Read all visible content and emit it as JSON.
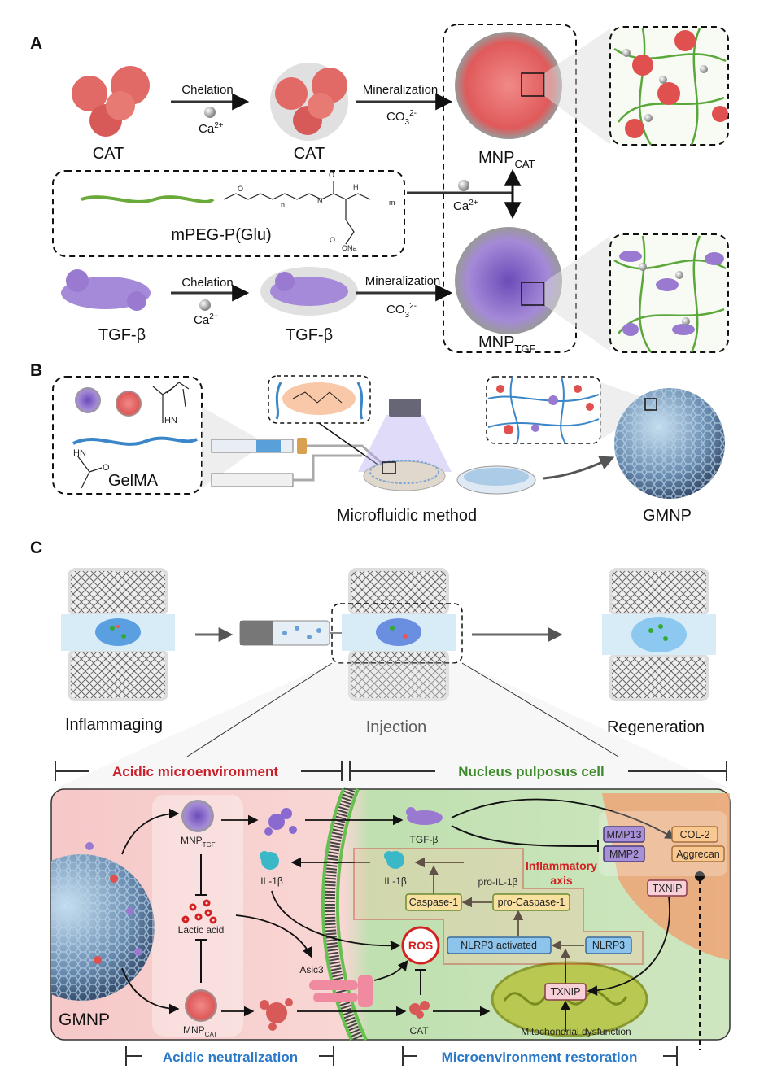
{
  "panels": {
    "a": "A",
    "b": "B",
    "c": "C"
  },
  "panel_a": {
    "cat_label": "CAT",
    "cat_chelated_label": "CAT",
    "tgf_label": "TGF-β",
    "tgf_chelated_label": "TGF-β",
    "chelation": "Chelation",
    "mineralization": "Mineralization",
    "ca_ion": "Ca",
    "ca_charge": "2+",
    "co3": "CO",
    "co3_sub": "3",
    "co3_charge": "2-",
    "polymer_label": "mPEG-P(Glu)",
    "mnp_main": "MNP",
    "mnp_cat_sub": "CAT",
    "mnp_tgf_sub": "TGF",
    "chem": {
      "n": "n",
      "m": "m",
      "nh": "N",
      "h": "H",
      "o": "O",
      "ona": "ONa"
    }
  },
  "panel_b": {
    "gelma_label": "GelMA",
    "hn": "HN",
    "o": "O",
    "method_label": "Microfluidic method",
    "gmnp_label": "GMNP"
  },
  "panel_c": {
    "stage_1": "Inflammaging",
    "stage_2": "Injection",
    "stage_3": "Regeneration",
    "header_left": "Acidic microenvironment",
    "header_right": "Nucleus pulposus cell",
    "footer_left": "Acidic neutralization",
    "footer_right": "Microenvironment restoration",
    "gmnp": "GMNP",
    "mnp": "MNP",
    "tgf_sub": "TGF",
    "cat_sub": "CAT",
    "lactic_acid": "Lactic acid",
    "il1b_out": "IL-1β",
    "il1b_in": "IL-1β",
    "asic3": "Asic3",
    "tgf_beta": "TGF-β",
    "cat": "CAT",
    "ros": "ROS",
    "pro_il1b": "pro-IL-1β",
    "inflammatory_axis_1": "Inflammatory",
    "inflammatory_axis_2": "axis",
    "caspase1": "Caspase-1",
    "pro_caspase1": "pro-Caspase-1",
    "nlrp3_activated": "NLRP3 activated",
    "nlrp3": "NLRP3",
    "txnip_mito": "TXNIP",
    "txnip_cell": "TXNIP",
    "mito_dysfunction": "Mitochondrial dysfunction",
    "mmp13": "MMP13",
    "mmp2": "MMP2",
    "col2": "COL-2",
    "aggrecan": "Aggrecan"
  },
  "colors": {
    "cat_red": "#e0605f",
    "tgf_purple": "#9a7ad0",
    "polymer_green": "#6aaa3a",
    "gelma_blue": "#3a86c8",
    "header_red": "#c8202a",
    "header_green": "#3f8a2a",
    "footer_blue": "#2a78c8",
    "axis_red": "#d42020"
  }
}
